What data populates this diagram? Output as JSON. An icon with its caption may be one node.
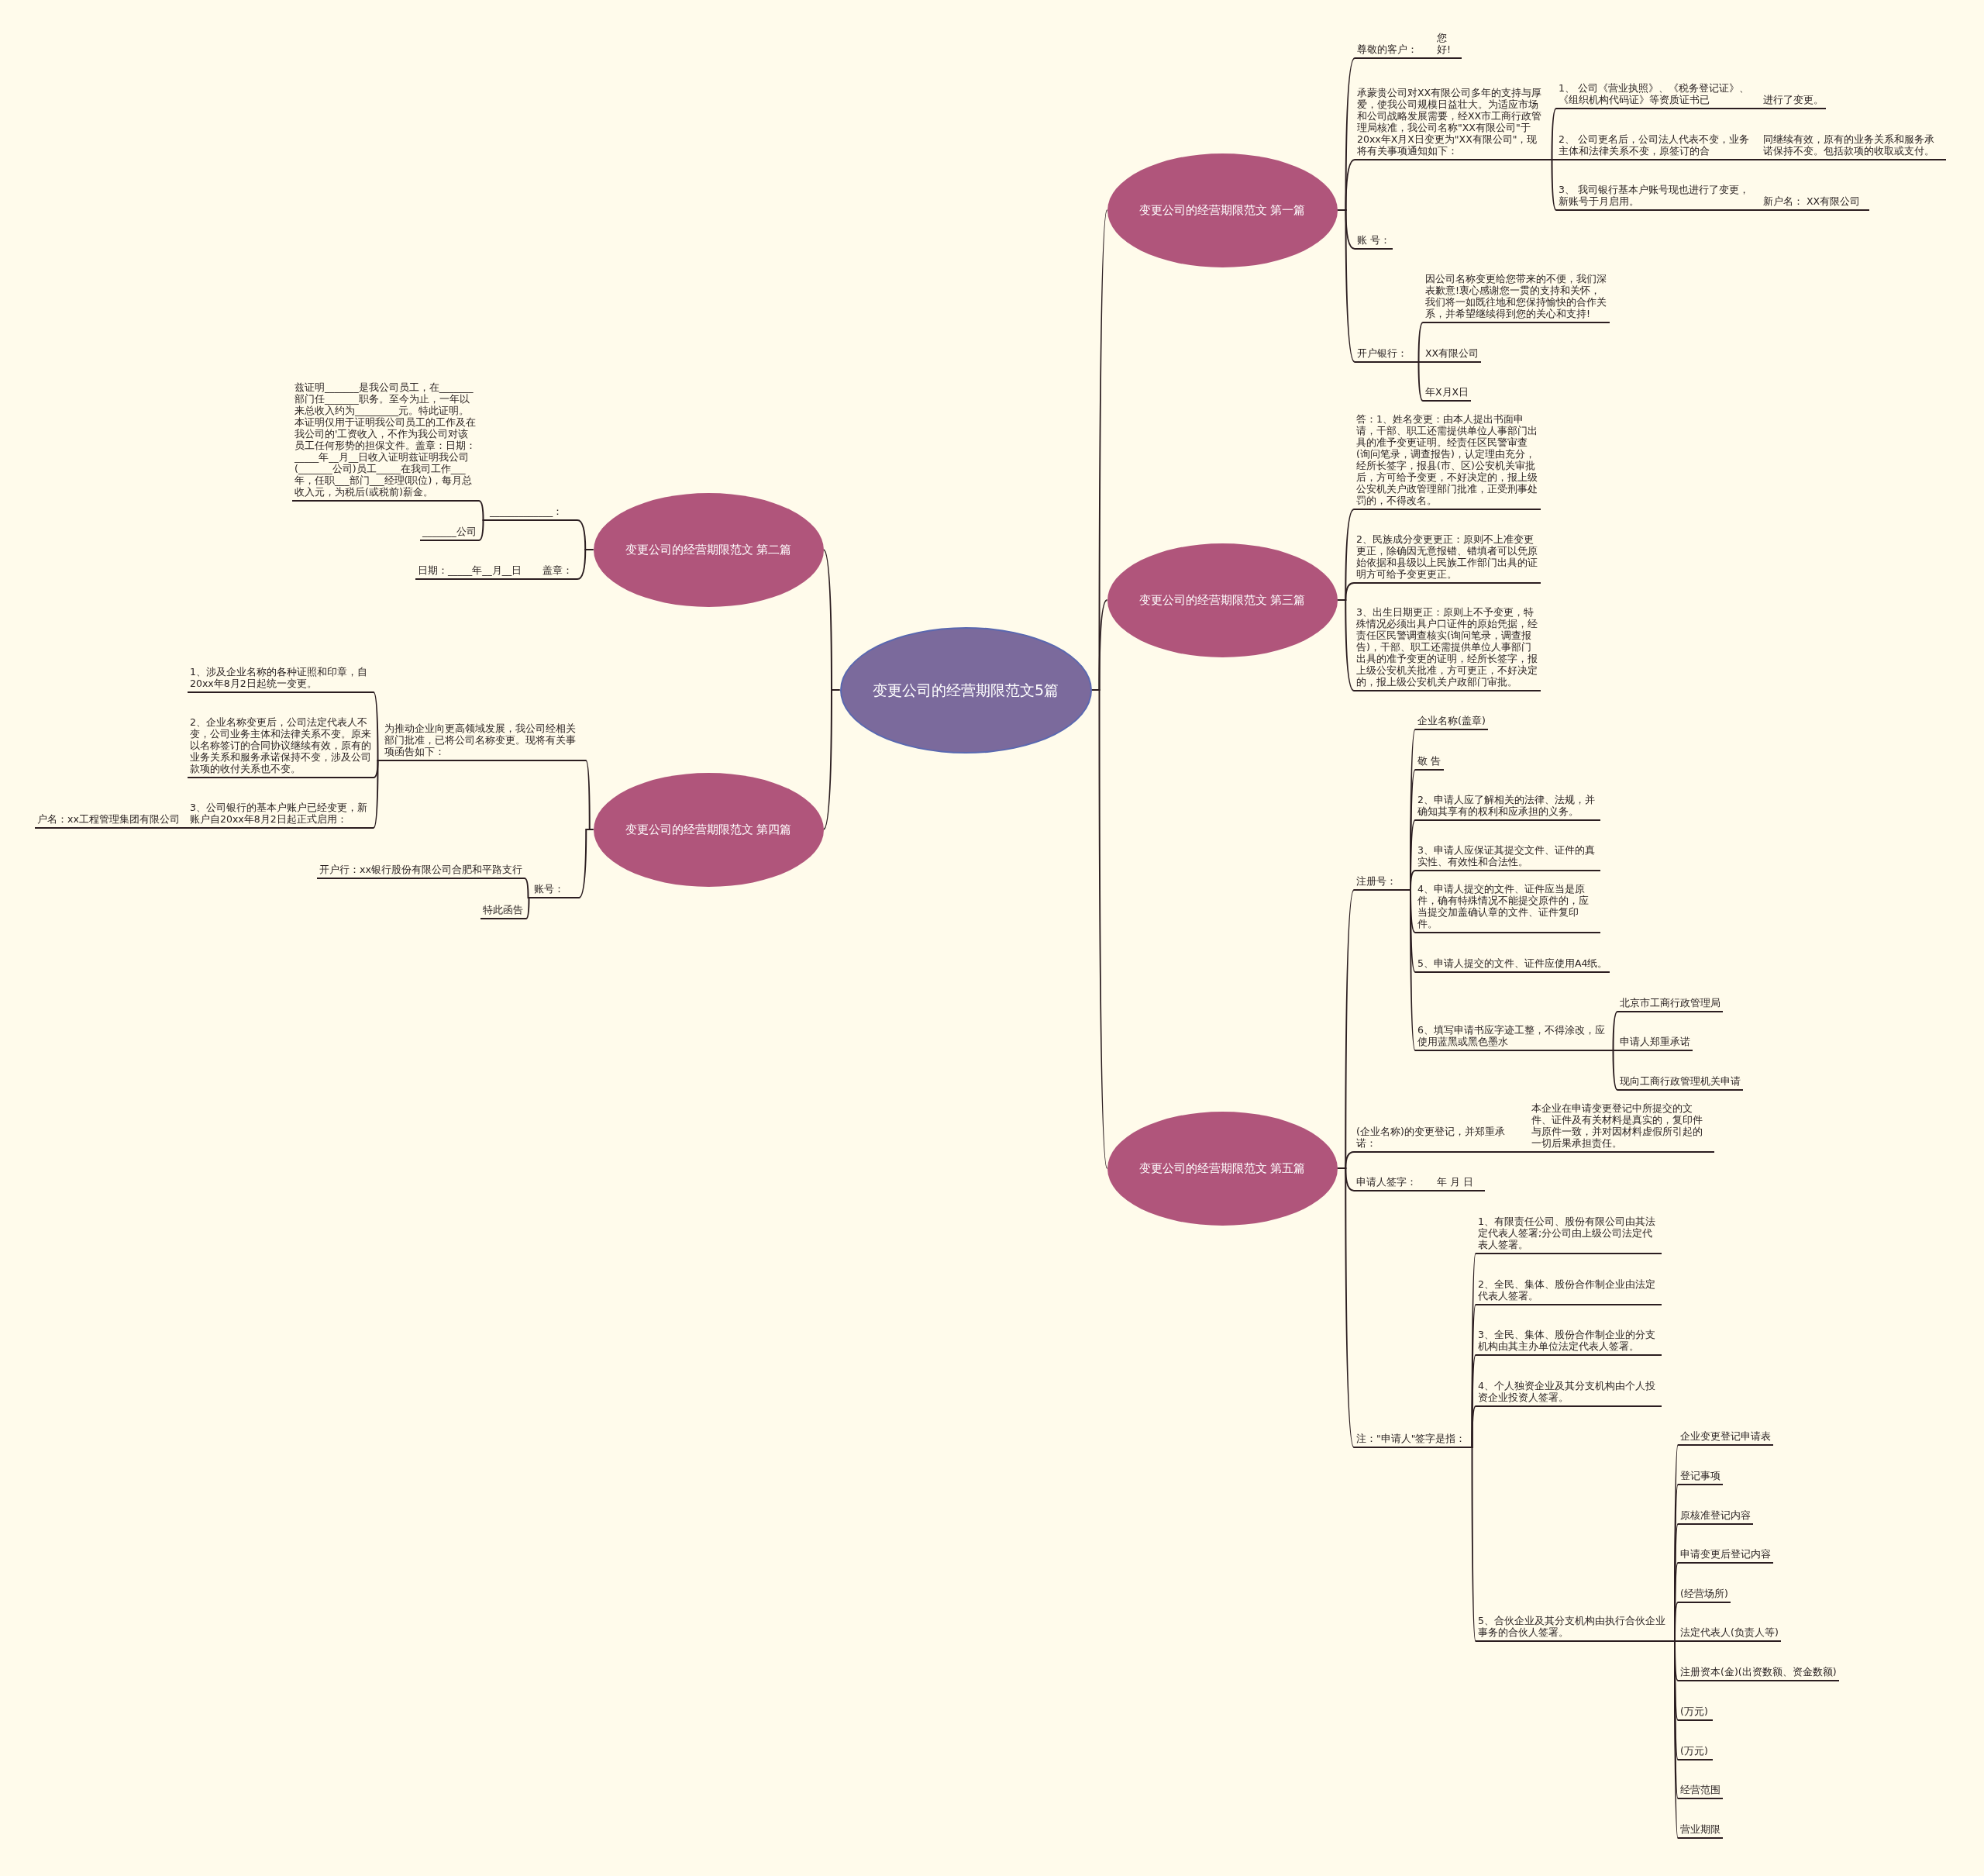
{
  "diagram": {
    "nodes": [
      {
        "text": [
          "变更公司的经营期限范文5篇"
        ]
      },
      {
        "text": [
          "变更公司的经营期限范文 第一篇"
        ]
      },
      {
        "text": [
          "尊敬的客户：",
          "您好!"
        ]
      },
      {
        "text": [
          "承蒙贵公司对XX有限公司多年的支持与厚爱，使我公司规模日益壮大。为适应市场和公司战略发展需要，经XX市工商行政管理局核准，我公司名称\"XX有限公司\"于20xx年X月X日变更为\"XX有限公司\"，现将有关事项通知如下："
        ]
      },
      {
        "text": [
          "1、 公司《营业执照》、《税务登记证》、《组织机构代码证》等资质证书已",
          "进行了变更。"
        ]
      },
      {
        "text": [
          "2、 公司更名后，公司法人代表不变，业务主体和法律关系不变，原签订的合",
          "同继续有效，原有的业务关系和服务承诺保持不变。包括款项的收取或支付。"
        ]
      },
      {
        "text": [
          "3、 我司银行基本户账号现也进行了变更，新账号于月启用。",
          "新户名： XX有限公司"
        ]
      },
      {
        "text": [
          "账 号："
        ]
      },
      {
        "text": [
          "开户银行："
        ]
      },
      {
        "text": [
          "因公司名称变更给您带来的不便，我们深表歉意!衷心感谢您一贯的支持和关怀，我们将一如既往地和您保持愉快的合作关系，并希望继续得到您的关心和支持!"
        ]
      },
      {
        "text": [
          "XX有限公司"
        ]
      },
      {
        "text": [
          "年X月X日"
        ]
      },
      {
        "text": [
          "变更公司的经营期限范文 第二篇"
        ]
      },
      {
        "text": [
          "_____________："
        ]
      },
      {
        "text": [
          "兹证明_______是我公司员工，在_______部门任_______职务。至今为止，一年以来总收入约为_________元。特此证明。本证明仅用于证明我公司员工的工作及在我公司的'工资收入，不作为我公司对该员工任何形势的担保文件。盖章：日期：_____年__月__日收入证明兹证明我公司(_______公司)员工_____在我司工作___年，任职___部门___经理(职位)，每月总收入元，为税后(或税前)薪金。"
        ]
      },
      {
        "text": [
          "_______公司"
        ]
      },
      {
        "text": [
          "日期：_____年__月__日",
          "盖章："
        ]
      },
      {
        "text": [
          "变更公司的经营期限范文 第三篇"
        ]
      },
      {
        "text": [
          "答：1、姓名变更：由本人提出书面申请，干部、职工还需提供单位人事部门出具的准予变更证明。经责任区民警审查(询问笔录，调查报告)，认定理由充分，经所长签字，报县(市、区)公安机关审批后，方可给予变更，不好决定的，报上级公安机关户政管理部门批准，正受刑事处罚的，不得改名。"
        ]
      },
      {
        "text": [
          "2、民族成分变更更正：原则不上准变更更正，除确因无意报错、错填者可以凭原始依据和县级以上民族工作部门出具的证明方可给予变更更正。"
        ]
      },
      {
        "text": [
          "3、出生日期更正：原则上不予变更，特殊情况必须出具户口证件的原始凭据，经责任区民警调查核实(询问笔录，调查报告)，干部、职工还需提供单位人事部门出具的准予变更的证明，经所长签字，报上级公安机关批准，方可更正，不好决定的，报上级公安机关户政部门审批。"
        ]
      },
      {
        "text": [
          "变更公司的经营期限范文 第四篇"
        ]
      },
      {
        "text": [
          "为推动企业向更高领域发展，我公司经相关部门批准，已将公司名称变更。现将有关事项函告如下："
        ]
      },
      {
        "text": [
          "1、涉及企业名称的各种证照和印章，自20xx年8月2日起统一变更。"
        ]
      },
      {
        "text": [
          "2、企业名称变更后，公司法定代表人不变，公司业务主体和法律关系不变。原来以名称签订的合同协议继续有效，原有的业务关系和服务承诺保持不变，涉及公司款项的收付关系也不变。"
        ]
      },
      {
        "text": [
          "3、公司银行的基本户账户已经变更，新账户自20xx年8月2日起正式启用："
        ]
      },
      {
        "text": [
          "户名：xx工程管理集团有限公司"
        ]
      },
      {
        "text": [
          "账号："
        ]
      },
      {
        "text": [
          "开户行：xx银行股份有限公司合肥和平路支行"
        ]
      },
      {
        "text": [
          "特此函告"
        ]
      },
      {
        "text": [
          "变更公司的经营期限范文 第五篇"
        ]
      },
      {
        "text": [
          "注册号："
        ]
      },
      {
        "text": [
          "企业名称(盖章)"
        ]
      },
      {
        "text": [
          "敬 告"
        ]
      },
      {
        "text": [
          "2、申请人应了解相关的法律、法规，并确知其享有的权利和应承担的义务。"
        ]
      },
      {
        "text": [
          "3、申请人应保证其提交文件、证件的真实性、有效性和合法性。"
        ]
      },
      {
        "text": [
          "4、申请人提交的文件、证件应当是原件，确有特殊情况不能提交原件的，应当提交加盖确认章的文件、证件复印件。"
        ]
      },
      {
        "text": [
          "5、申请人提交的文件、证件应使用A4纸。"
        ]
      },
      {
        "text": [
          "6、填写申请书应字迹工整，不得涂改，应使用蓝黑或黑色墨水"
        ]
      },
      {
        "text": [
          "北京市工商行政管理局"
        ]
      },
      {
        "text": [
          "申请人郑重承诺"
        ]
      },
      {
        "text": [
          "现向工商行政管理机关申请"
        ]
      },
      {
        "text": [
          "(企业名称)的变更登记，并郑重承诺：",
          "本企业在申请变更登记中所提交的文件、证件及有关材料是真实的，复印件与原件一致，并对因材料虚假所引起的一切后果承担责任。"
        ]
      },
      {
        "text": [
          "申请人签字：",
          "年 月 日"
        ]
      },
      {
        "text": [
          "注：\"申请人\"签字是指："
        ]
      },
      {
        "text": [
          "1、有限责任公司、股份有限公司由其法定代表人签署;分公司由上级公司法定代表人签署。"
        ]
      },
      {
        "text": [
          "2、全民、集体、股份合作制企业由法定代表人签署。"
        ]
      },
      {
        "text": [
          "3、全民、集体、股份合作制企业的分支机构由其主办单位法定代表人签署。"
        ]
      },
      {
        "text": [
          "4、个人独资企业及其分支机构由个人投资企业投资人签署。"
        ]
      },
      {
        "text": [
          "5、合伙企业及其分支机构由执行合伙企业事务的合伙人签署。"
        ]
      },
      {
        "text": [
          "企业变更登记申请表"
        ]
      },
      {
        "text": [
          "登记事项"
        ]
      },
      {
        "text": [
          "原核准登记内容"
        ]
      },
      {
        "text": [
          "申请变更后登记内容"
        ]
      },
      {
        "text": [
          "(经营场所)"
        ]
      },
      {
        "text": [
          "法定代表人(负责人等)"
        ]
      },
      {
        "text": [
          "注册资本(金)(出资数额、资金数额)"
        ]
      },
      {
        "text": [
          "(万元)"
        ]
      },
      {
        "text": [
          "(万元)"
        ]
      },
      {
        "text": [
          "经营范围"
        ]
      },
      {
        "text": [
          "营业期限"
        ]
      }
    ],
    "edges": [
      {
        "from": 0,
        "to": 1,
        "arrow": "none"
      },
      {
        "from": 0,
        "to": 12,
        "arrow": "none"
      },
      {
        "from": 0,
        "to": 17,
        "arrow": "none"
      },
      {
        "from": 0,
        "to": 21,
        "arrow": "none"
      },
      {
        "from": 0,
        "to": 30,
        "arrow": "none"
      },
      {
        "from": 1,
        "to": 2,
        "arrow": "none"
      },
      {
        "from": 1,
        "to": 3,
        "arrow": "none"
      },
      {
        "from": 1,
        "to": 7,
        "arrow": "none"
      },
      {
        "from": 1,
        "to": 8,
        "arrow": "none"
      },
      {
        "from": 3,
        "to": 4,
        "arrow": "none"
      },
      {
        "from": 3,
        "to": 5,
        "arrow": "none"
      },
      {
        "from": 3,
        "to": 6,
        "arrow": "none"
      },
      {
        "from": 8,
        "to": 9,
        "arrow": "none"
      },
      {
        "from": 8,
        "to": 10,
        "arrow": "none"
      },
      {
        "from": 8,
        "to": 11,
        "arrow": "none"
      },
      {
        "from": 12,
        "to": 13,
        "arrow": "none"
      },
      {
        "from": 12,
        "to": 16,
        "arrow": "none"
      },
      {
        "from": 13,
        "to": 14,
        "arrow": "none"
      },
      {
        "from": 13,
        "to": 15,
        "arrow": "none"
      },
      {
        "from": 17,
        "to": 18,
        "arrow": "none"
      },
      {
        "from": 17,
        "to": 19,
        "arrow": "none"
      },
      {
        "from": 17,
        "to": 20,
        "arrow": "none"
      },
      {
        "from": 21,
        "to": 22,
        "arrow": "none"
      },
      {
        "from": 21,
        "to": 27,
        "arrow": "none"
      },
      {
        "from": 22,
        "to": 23,
        "arrow": "none"
      },
      {
        "from": 22,
        "to": 24,
        "arrow": "none"
      },
      {
        "from": 22,
        "to": 25,
        "arrow": "none"
      },
      {
        "from": 25,
        "to": 26,
        "arrow": "none"
      },
      {
        "from": 27,
        "to": 28,
        "arrow": "none"
      },
      {
        "from": 27,
        "to": 29,
        "arrow": "none"
      },
      {
        "from": 30,
        "to": 31,
        "arrow": "none"
      },
      {
        "from": 30,
        "to": 42,
        "arrow": "none"
      },
      {
        "from": 30,
        "to": 43,
        "arrow": "none"
      },
      {
        "from": 30,
        "to": 44,
        "arrow": "none"
      },
      {
        "from": 31,
        "to": 32,
        "arrow": "none"
      },
      {
        "from": 31,
        "to": 33,
        "arrow": "none"
      },
      {
        "from": 31,
        "to": 34,
        "arrow": "none"
      },
      {
        "from": 31,
        "to": 35,
        "arrow": "none"
      },
      {
        "from": 31,
        "to": 36,
        "arrow": "none"
      },
      {
        "from": 31,
        "to": 37,
        "arrow": "none"
      },
      {
        "from": 31,
        "to": 38,
        "arrow": "none"
      },
      {
        "from": 38,
        "to": 39,
        "arrow": "none"
      },
      {
        "from": 38,
        "to": 40,
        "arrow": "none"
      },
      {
        "from": 38,
        "to": 41,
        "arrow": "none"
      },
      {
        "from": 44,
        "to": 45,
        "arrow": "none"
      },
      {
        "from": 44,
        "to": 46,
        "arrow": "none"
      },
      {
        "from": 44,
        "to": 47,
        "arrow": "none"
      },
      {
        "from": 44,
        "to": 48,
        "arrow": "none"
      },
      {
        "from": 44,
        "to": 49,
        "arrow": "none"
      },
      {
        "from": 49,
        "to": 50,
        "arrow": "none"
      },
      {
        "from": 49,
        "to": 51,
        "arrow": "none"
      },
      {
        "from": 49,
        "to": 52,
        "arrow": "none"
      },
      {
        "from": 49,
        "to": 53,
        "arrow": "none"
      },
      {
        "from": 49,
        "to": 54,
        "arrow": "none"
      },
      {
        "from": 49,
        "to": 55,
        "arrow": "none"
      },
      {
        "from": 49,
        "to": 56,
        "arrow": "none"
      },
      {
        "from": 49,
        "to": 57,
        "arrow": "none"
      },
      {
        "from": 49,
        "to": 58,
        "arrow": "none"
      },
      {
        "from": 49,
        "to": 59,
        "arrow": "none"
      },
      {
        "from": 49,
        "to": 60,
        "arrow": "none"
      }
    ]
  }
}
